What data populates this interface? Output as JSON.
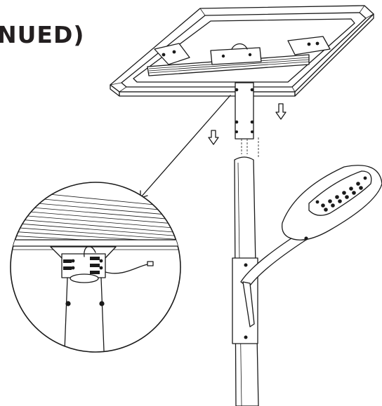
{
  "heading": {
    "text": "NUED)"
  },
  "colors": {
    "ink": "#1a1a1a",
    "background": "#ffffff",
    "heading": "#231f20"
  },
  "illustration": {
    "parts": [
      "solar-panel",
      "mounting-bracket",
      "pole-adapter",
      "pole",
      "lamp-arm",
      "led-luminaire",
      "detail-callout"
    ],
    "arrows": [
      "down-arrow-left",
      "down-arrow-right"
    ]
  }
}
